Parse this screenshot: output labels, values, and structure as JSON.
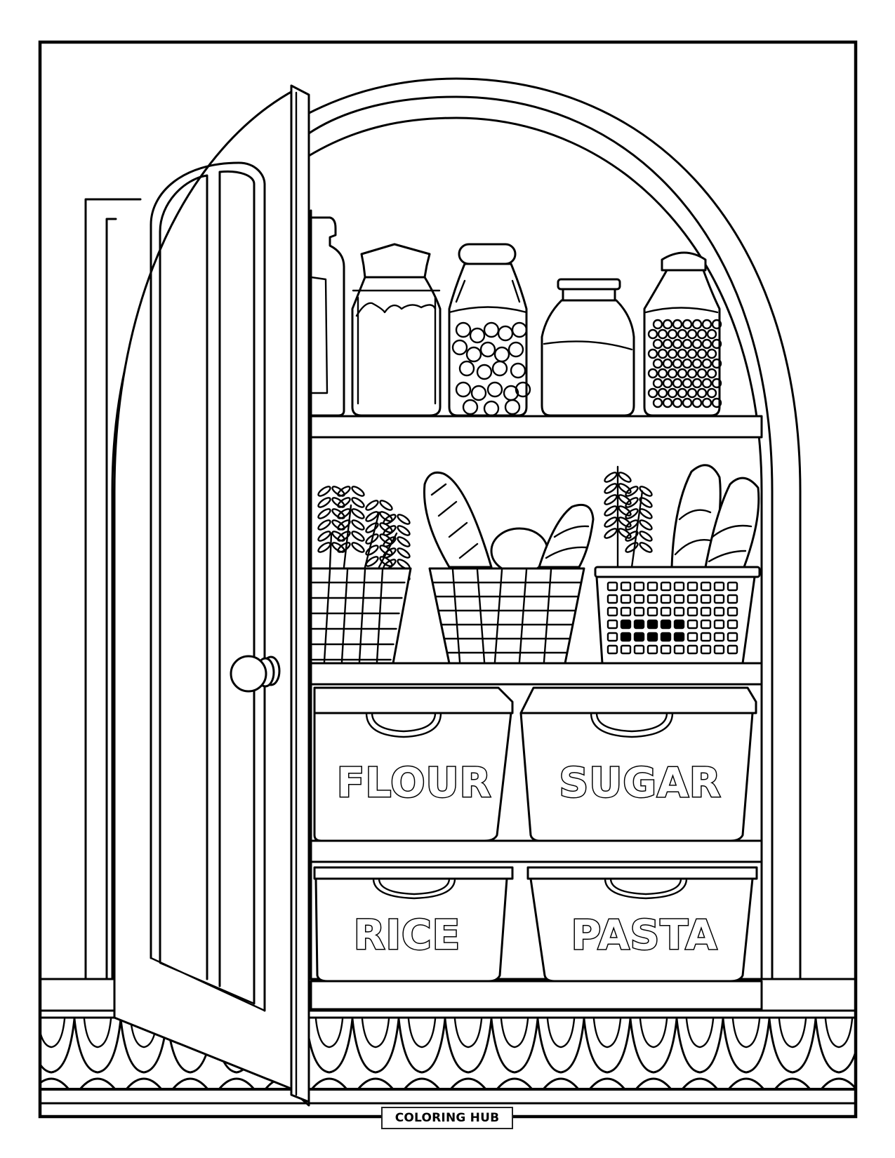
{
  "page": {
    "title": "Pantry coloring page",
    "style": "black line art on white",
    "colors": {
      "line": "#000000",
      "background": "#ffffff"
    }
  },
  "illustration": {
    "subject": "open arched pantry cupboard",
    "door": {
      "state": "open",
      "knob": "round-knob"
    },
    "shelves": [
      {
        "level": "top",
        "items": [
          "tall bottle (partially hidden)",
          "flour jar",
          "bean jar",
          "sugar jar",
          "grain jar"
        ]
      },
      {
        "level": "middle",
        "items": [
          "herb basket",
          "bread basket",
          "herb and baguette basket"
        ]
      },
      {
        "level": "lower",
        "bins": [
          {
            "label": "FLOUR"
          },
          {
            "label": "SUGAR"
          }
        ]
      },
      {
        "level": "bottom",
        "bins": [
          {
            "label": "RICE"
          },
          {
            "label": "PASTA"
          }
        ]
      }
    ],
    "floor_pattern": "scalloped tiles"
  },
  "bins": {
    "flour": "FLOUR",
    "sugar": "SUGAR",
    "rice": "RICE",
    "pasta": "PASTA"
  },
  "footer": {
    "brand": "COLORING HUB"
  }
}
